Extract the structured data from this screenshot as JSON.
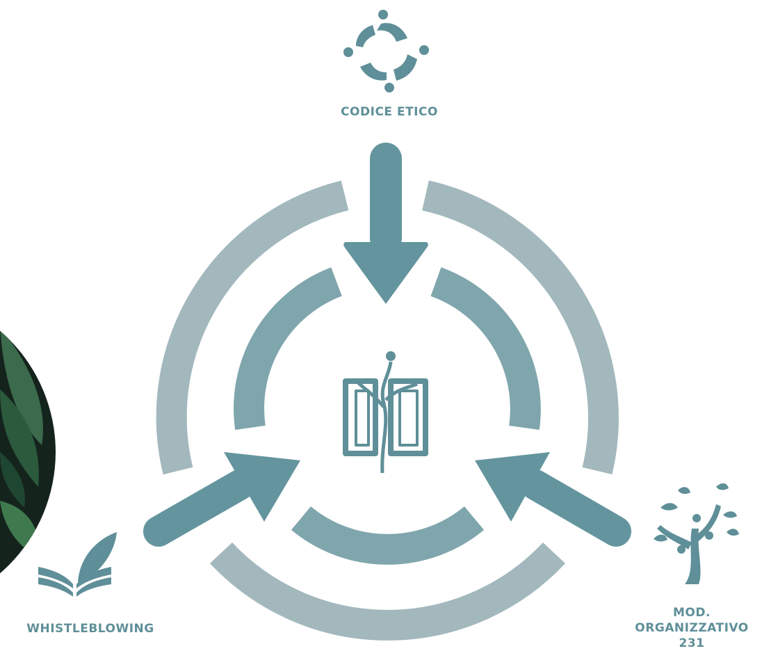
{
  "labels": {
    "codice_etico": "CODICE ETICO",
    "whistleblowing": "WHISTLEBLOWING",
    "mod_line1": "MOD.",
    "mod_line2": "ORGANIZZATIVO",
    "mod_line3": "231"
  },
  "colors": {
    "outer_ring": "#a2b8bd",
    "inner_ring": "#80a6ad",
    "arrow": "#64959e",
    "icon": "#5f8f98",
    "photo_dark": "#15231d",
    "leaf": "#2e5e44"
  },
  "icons": {
    "top": "people-circle-icon",
    "bottom_left": "book-feather-icon",
    "bottom_right": "tree-people-icon",
    "center": "book-sprout-logo"
  }
}
